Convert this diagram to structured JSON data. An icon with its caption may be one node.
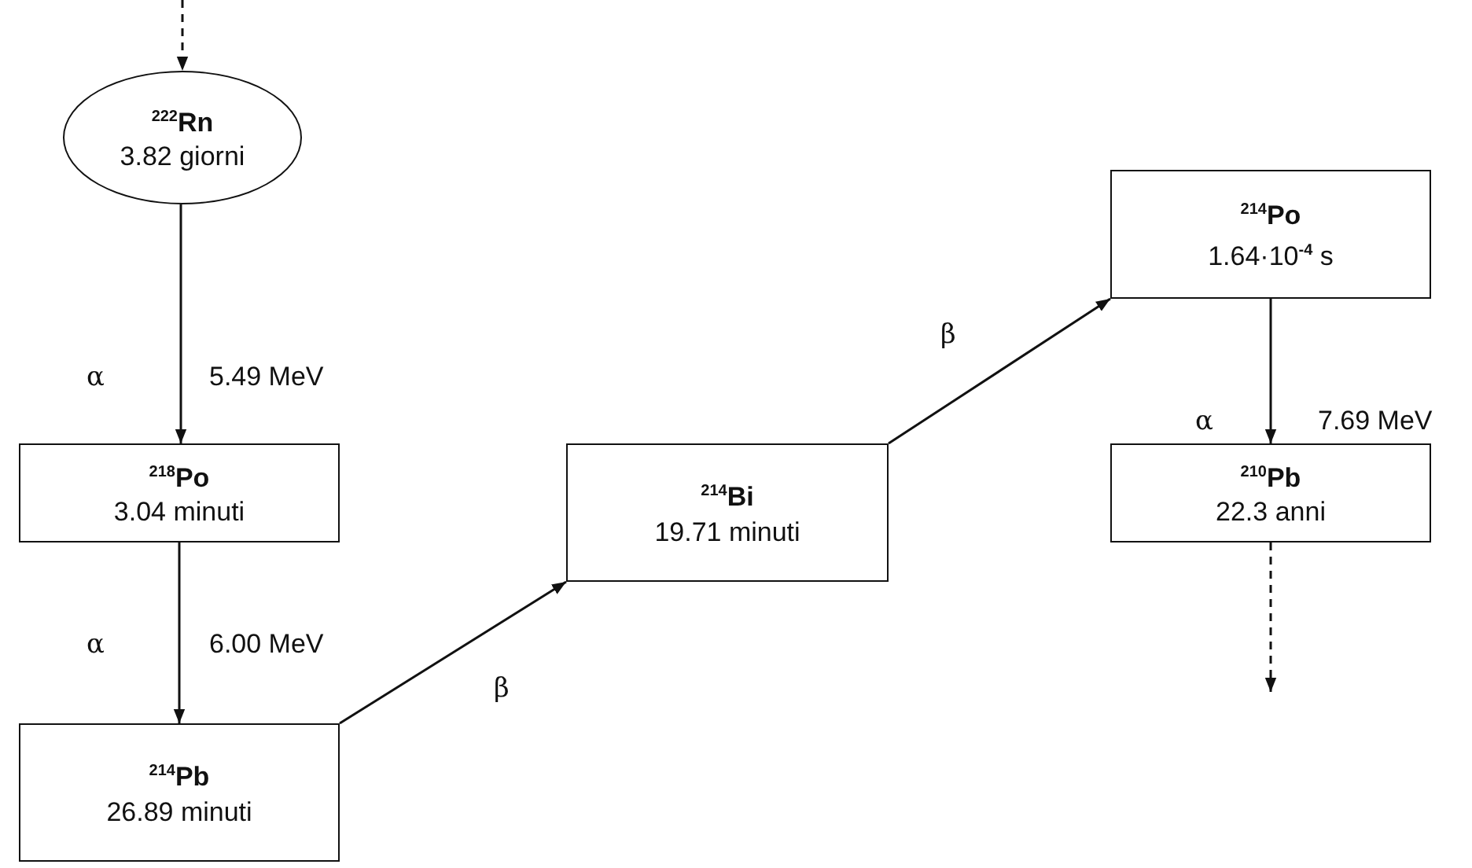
{
  "diagram": {
    "nodes": [
      {
        "text": [
          "$^{222}$**Rn**",
          "3.82 giorni"
        ]
      },
      {
        "text": [
          "$^{218}$**Po**",
          "3.04 minuti"
        ]
      },
      {
        "text": [
          "$^{214}$**Pb**",
          "26.89 minuti"
        ]
      },
      {
        "text": [
          "$^{214}$**Bi**",
          "19.71 minuti"
        ]
      },
      {
        "text": [
          "$^{214}$**Po**",
          "1.64·10$^{-4}$ s"
        ]
      },
      {
        "text": [
          "$^{210}$**Pb**",
          "22.3 anni"
        ]
      }
    ],
    "edges": [
      {
        "from": null,
        "to": 0,
        "arrow": "to",
        "style": "dashed"
      },
      {
        "from": 0,
        "to": 1,
        "arrow": "to"
      },
      {
        "from": 1,
        "to": 2,
        "arrow": "to"
      },
      {
        "from": 2,
        "to": 3,
        "arrow": "to",
        "label": "β"
      },
      {
        "from": 3,
        "to": 4,
        "arrow": "to",
        "label": "β"
      },
      {
        "from": 4,
        "to": 5,
        "arrow": "to"
      },
      {
        "from": 5,
        "to": null,
        "arrow": "to",
        "style": "dashed"
      }
    ],
    "labels": [
      "α",
      "5.49 MeV",
      "α",
      "6.00 MeV",
      "α",
      "7.69 MeV"
    ]
  }
}
